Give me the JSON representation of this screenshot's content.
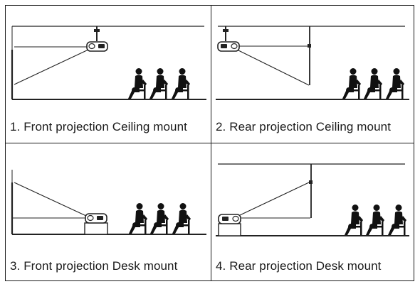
{
  "panels": [
    {
      "id": "p1",
      "caption": "1. Front projection Ceiling mount",
      "placement": "ceiling",
      "screen_side": "front"
    },
    {
      "id": "p2",
      "caption": "2. Rear projection Ceiling mount",
      "placement": "ceiling",
      "screen_side": "rear"
    },
    {
      "id": "p3",
      "caption": "3. Front projection Desk mount",
      "placement": "desk",
      "screen_side": "front"
    },
    {
      "id": "p4",
      "caption": "4. Rear projection Desk mount",
      "placement": "desk",
      "screen_side": "rear"
    }
  ],
  "icons": [
    "projector-icon",
    "audience-seated-person-icon",
    "ceiling-mount-bracket-icon",
    "desk-table-icon",
    "projection-screen-icon"
  ]
}
